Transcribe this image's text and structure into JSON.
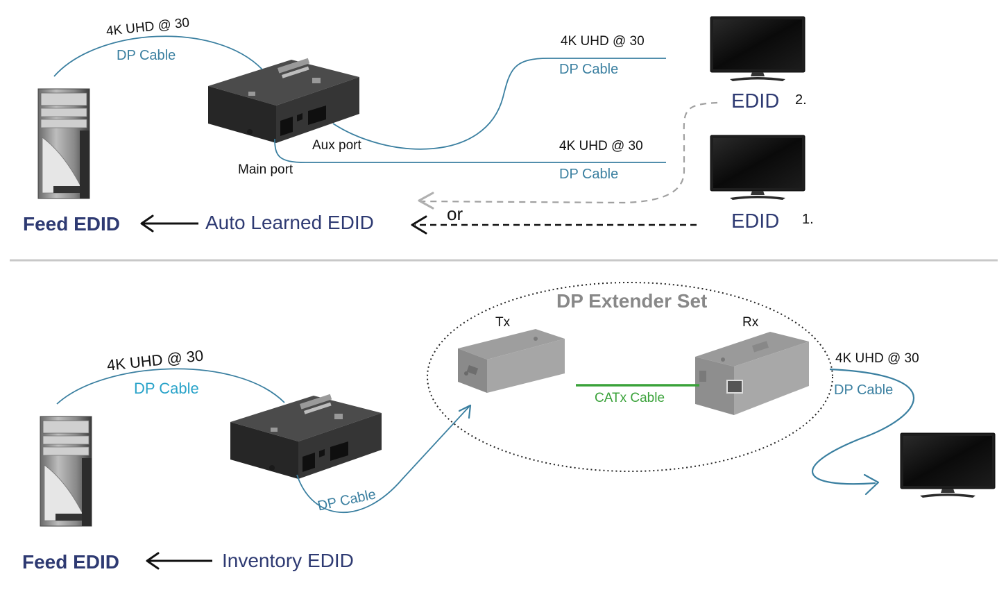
{
  "colors": {
    "cable": "#3a7fa0",
    "cable_light": "#29a3c9",
    "edid_text": "#2e3a72",
    "catx": "#3aa23a",
    "divider": "#c8c8c8",
    "extender_text": "#888888"
  },
  "top": {
    "spec_pc": "4K UHD @ 30",
    "cable_pc": "DP Cable",
    "spec_upper": "4K UHD @ 30",
    "cable_upper": "DP Cable",
    "spec_lower": "4K UHD @ 30",
    "cable_lower": "DP Cable",
    "aux_port": "Aux port",
    "main_port": "Main port",
    "edid_upper": "EDID",
    "edid_upper_num": "2.",
    "edid_lower": "EDID",
    "edid_lower_num": "1.",
    "or": "or",
    "feed": "Feed EDID",
    "auto_learned": "Auto Learned EDID"
  },
  "bottom": {
    "spec_pc": "4K UHD @ 30",
    "cable_pc": "DP Cable",
    "cable_out": "DP Cable",
    "extender_title": "DP Extender Set",
    "tx": "Tx",
    "rx": "Rx",
    "catx": "CATx Cable",
    "spec_monitor": "4K UHD @ 30",
    "cable_monitor": "DP Cable",
    "feed": "Feed EDID",
    "inventory": "Inventory EDID"
  }
}
